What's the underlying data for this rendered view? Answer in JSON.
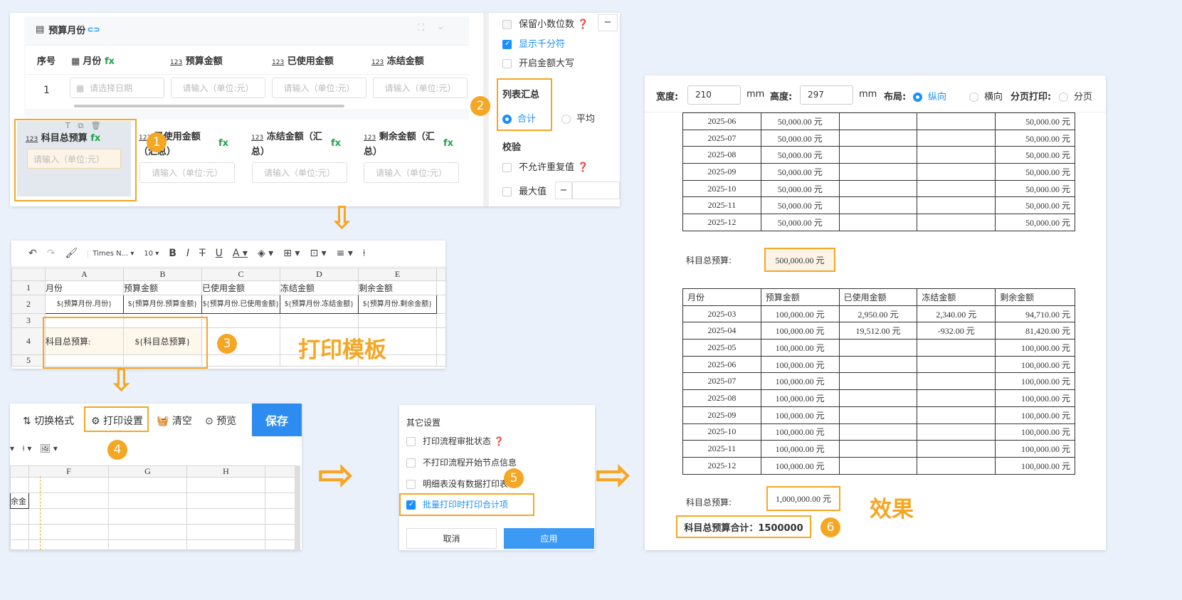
{
  "form": {
    "section_title": "预算月份",
    "headers": {
      "index": "序号",
      "month": "月份",
      "budget": "预算金额",
      "used": "已使用金额",
      "frozen": "冻结金额"
    },
    "fx": "fx",
    "type_tag": "123",
    "row_index": "1",
    "date_placeholder": "请选择日期",
    "amount_placeholder": "请输入（单位:元）",
    "amount_placeholder2": "请输入（单位:元）",
    "total_budget_label": "科目总预算",
    "used_sum_label": "已使用金额（汇总）",
    "frozen_sum_label": "冻结金额（汇总）",
    "remain_sum_label": "剩余金额（汇总）",
    "right_panel": {
      "keep_decimals": "保留小数位数",
      "show_thousands": "显示千分符",
      "uppercase": "开启金额大写",
      "list_summary": "列表汇总",
      "sum": "合计",
      "avg": "平均",
      "validation": "校验",
      "no_dup": "不允许重复值",
      "max": "最大值",
      "minus": "−"
    }
  },
  "sheet": {
    "font": "Times N...",
    "font_size": "10",
    "cols": [
      "A",
      "B",
      "C",
      "D",
      "E"
    ],
    "rows": [
      "1",
      "2",
      "3",
      "4",
      "5"
    ],
    "r1": [
      "月份",
      "预算金额",
      "已使用金额",
      "冻结金额",
      "剩余金额"
    ],
    "r2": [
      "${预算月份.月份}",
      "${预算月份.预算金额}",
      "${预算月份.已使用金额}",
      "${预算月份.冻结金额}",
      "${预算月份.剩余金额}"
    ],
    "r4_label": "科目总预算:",
    "r4_value": "${科目总预算}",
    "template_label": "打印模板"
  },
  "toolbar2": {
    "switch_format": "切换格式",
    "print_settings": "打印设置",
    "clear": "清空",
    "preview": "预览",
    "save": "保存",
    "cols": [
      "F",
      "G",
      "H"
    ],
    "cell_text": "余金"
  },
  "dialog": {
    "title": "其它设置",
    "opt1": "打印流程审批状态",
    "opt2": "不打印流程开始节点信息",
    "opt3": "明细表没有数据打印表",
    "opt4": "批量打印时打印合计项",
    "cancel": "取消",
    "apply": "应用"
  },
  "preview": {
    "width_label": "宽度:",
    "width": "210",
    "height_label": "高度:",
    "height": "297",
    "unit": "mm",
    "layout_label": "布局:",
    "portrait": "纵向",
    "landscape": "横向",
    "paging_label": "分页打印:",
    "paging": "分页",
    "table1": [
      [
        "2025-06",
        "50,000.00 元",
        "",
        "",
        "50,000.00 元"
      ],
      [
        "2025-07",
        "50,000.00 元",
        "",
        "",
        "50,000.00 元"
      ],
      [
        "2025-08",
        "50,000.00 元",
        "",
        "",
        "50,000.00 元"
      ],
      [
        "2025-09",
        "50,000.00 元",
        "",
        "",
        "50,000.00 元"
      ],
      [
        "2025-10",
        "50,000.00 元",
        "",
        "",
        "50,000.00 元"
      ],
      [
        "2025-11",
        "50,000.00 元",
        "",
        "",
        "50,000.00 元"
      ],
      [
        "2025-12",
        "50,000.00 元",
        "",
        "",
        "50,000.00 元"
      ]
    ],
    "total1_label": "科目总预算:",
    "total1_value": "500,000.00 元",
    "table2_header": [
      "月份",
      "预算金额",
      "已使用金额",
      "冻结金额",
      "剩余金额"
    ],
    "table2": [
      [
        "2025-03",
        "100,000.00 元",
        "2,950.00 元",
        "2,340.00 元",
        "94,710.00 元"
      ],
      [
        "2025-04",
        "100,000.00 元",
        "19,512.00 元",
        "-932.00 元",
        "81,420.00 元"
      ],
      [
        "2025-05",
        "100,000.00 元",
        "",
        "",
        "100,000.00 元"
      ],
      [
        "2025-06",
        "100,000.00 元",
        "",
        "",
        "100,000.00 元"
      ],
      [
        "2025-07",
        "100,000.00 元",
        "",
        "",
        "100,000.00 元"
      ],
      [
        "2025-08",
        "100,000.00 元",
        "",
        "",
        "100,000.00 元"
      ],
      [
        "2025-09",
        "100,000.00 元",
        "",
        "",
        "100,000.00 元"
      ],
      [
        "2025-10",
        "100,000.00 元",
        "",
        "",
        "100,000.00 元"
      ],
      [
        "2025-11",
        "100,000.00 元",
        "",
        "",
        "100,000.00 元"
      ],
      [
        "2025-12",
        "100,000.00 元",
        "",
        "",
        "100,000.00 元"
      ]
    ],
    "total2_label": "科目总预算:",
    "total2_value": "1,000,000.00 元",
    "grand_total": "科目总预算合计：1500000",
    "effect_label": "效果"
  },
  "badges": [
    "1",
    "2",
    "3",
    "4",
    "5",
    "6"
  ],
  "colors": {
    "accent": "#f5a623",
    "primary": "#1890ff",
    "save_bg": "#2e8cf0"
  }
}
